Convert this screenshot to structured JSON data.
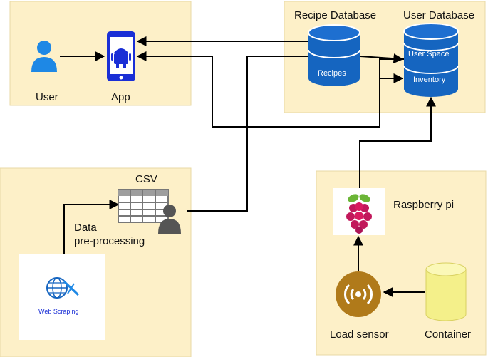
{
  "nodes": {
    "user": "User",
    "app": "App",
    "recipe_db_title": "Recipe Database",
    "recipes": "Recipes",
    "user_db_title": "User Database",
    "user_space": "User Space",
    "inventory": "Inventory",
    "csv": "CSV",
    "data_preprocessing_line1": "Data",
    "data_preprocessing_line2": "pre-processing",
    "web_scraping": "Web Scraping",
    "raspberry_pi": "Raspberry pi",
    "load_sensor": "Load sensor",
    "container": "Container"
  },
  "colors": {
    "panel": "#fdf0c8",
    "db_blue": "#1565c0",
    "icon_blue": "#1e88e5",
    "phone_blue": "#1a2fd6",
    "sensor_brown": "#b07a1a",
    "container_yellow": "#f4f08a",
    "raspberry_red": "#c2185b",
    "grid_gray": "#777777"
  },
  "icons": [
    "user-icon",
    "android-phone-icon",
    "database-icon",
    "csv-grid-icon",
    "person-icon",
    "globe-icon",
    "raspberry-pi-icon",
    "load-sensor-icon",
    "container-cylinder-icon"
  ]
}
